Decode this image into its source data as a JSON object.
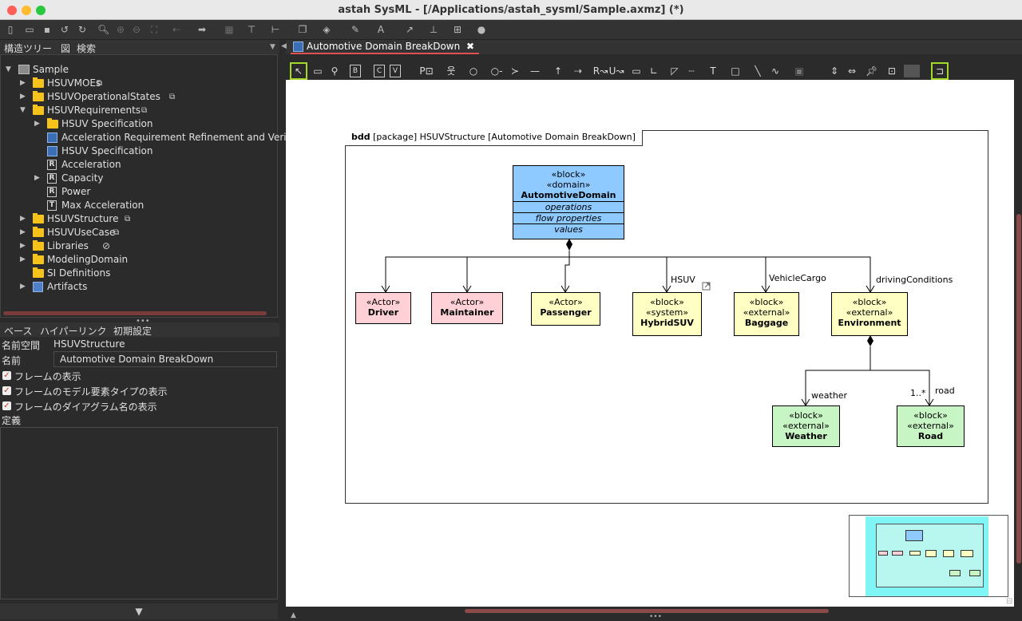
{
  "window": {
    "title": "astah SysML - [/Applications/astah_sysml/Sample.axmz] (*)"
  },
  "left_tabs": [
    "構造ツリー",
    "図",
    "検索"
  ],
  "tree": [
    {
      "label": "Sample",
      "level": 0,
      "icon": "project-icon",
      "arrow": "down"
    },
    {
      "label": "HSUVMOEs",
      "level": 1,
      "icon": "folder-icon",
      "arrow": "right",
      "link": true
    },
    {
      "label": "HSUVOperationalStates",
      "level": 1,
      "icon": "folder-icon",
      "arrow": "right",
      "link": true
    },
    {
      "label": "HSUVRequirements",
      "level": 1,
      "icon": "folder-icon",
      "arrow": "down",
      "link": true
    },
    {
      "label": "HSUV Specification",
      "level": 2,
      "icon": "folder-icon",
      "arrow": "right"
    },
    {
      "label": "Acceleration Requirement Refinement and Verificatio",
      "level": 2,
      "icon": "diagram-icon",
      "arrow": ""
    },
    {
      "label": "HSUV Specification",
      "level": 2,
      "icon": "diagram-icon",
      "arrow": ""
    },
    {
      "label": "Acceleration",
      "level": 2,
      "icon": "requirement-icon",
      "arrow": "",
      "letter": "R"
    },
    {
      "label": "Capacity",
      "level": 2,
      "icon": "requirement-icon",
      "arrow": "right",
      "letter": "R"
    },
    {
      "label": "Power",
      "level": 2,
      "icon": "requirement-icon",
      "arrow": "",
      "letter": "R"
    },
    {
      "label": "Max Acceleration",
      "level": 2,
      "icon": "testcase-icon",
      "arrow": "",
      "letter": "T"
    },
    {
      "label": "HSUVStructure",
      "level": 1,
      "icon": "folder-icon",
      "arrow": "right",
      "link": true
    },
    {
      "label": "HSUVUseCase",
      "level": 1,
      "icon": "folder-icon",
      "arrow": "right",
      "link": true
    },
    {
      "label": "Libraries",
      "level": 1,
      "icon": "folder-icon",
      "arrow": "right",
      "blocked": true
    },
    {
      "label": "ModelingDomain",
      "level": 1,
      "icon": "folder-icon",
      "arrow": "right"
    },
    {
      "label": "SI Definitions",
      "level": 1,
      "icon": "folder-icon",
      "arrow": ""
    },
    {
      "label": "Artifacts",
      "level": 1,
      "icon": "artifacts-icon",
      "arrow": "right"
    }
  ],
  "props_tabs": [
    "ベース",
    "ハイパーリンク",
    "初期設定"
  ],
  "props": {
    "namespace_label": "名前空間",
    "namespace_value": "HSUVStructure",
    "name_label": "名前",
    "name_value": "Automotive Domain BreakDown",
    "check1": "フレームの表示",
    "check2": "フレームのモデル要素タイプの表示",
    "check3": "フレームのダイアグラム名の表示",
    "definition_label": "定義"
  },
  "diagram_tab": {
    "label": "Automotive Domain BreakDown",
    "close": "✖"
  },
  "frame": {
    "kind": "bdd",
    "title": "[package] HSUVStructure [Automotive Domain BreakDown]"
  },
  "blocks": {
    "domain": {
      "s1": "«block»",
      "s2": "«domain»",
      "name": "AutomotiveDomain",
      "c1": "operations",
      "c2": "flow properties",
      "c3": "values"
    },
    "driver": {
      "s1": "«Actor»",
      "name": "Driver"
    },
    "maintainer": {
      "s1": "«Actor»",
      "name": "Maintainer"
    },
    "passenger": {
      "s1": "«Actor»",
      "name": "Passenger"
    },
    "hybridsuv": {
      "s1": "«block»",
      "s2": "«system»",
      "name": "HybridSUV"
    },
    "baggage": {
      "s1": "«block»",
      "s2": "«external»",
      "name": "Baggage"
    },
    "environment": {
      "s1": "«block»",
      "s2": "«external»",
      "name": "Environment"
    },
    "weather": {
      "s1": "«block»",
      "s2": "«external»",
      "name": "Weather"
    },
    "road": {
      "s1": "«block»",
      "s2": "«external»",
      "name": "Road"
    }
  },
  "role_labels": {
    "hsuv": "HSUV",
    "vehiclecargo": "VehicleCargo",
    "drivingconditions": "drivingConditions",
    "weather": "weather",
    "road": "road",
    "multiplicity": "1..*"
  },
  "colors": {
    "domain_fill": "#8ec9ff",
    "actor_fill": "#ffd1d6",
    "block_fill": "#ffffc4",
    "leaf_fill": "#c8f5c4",
    "tab_underline": "#e05252",
    "highlight": "#a3d82b"
  }
}
